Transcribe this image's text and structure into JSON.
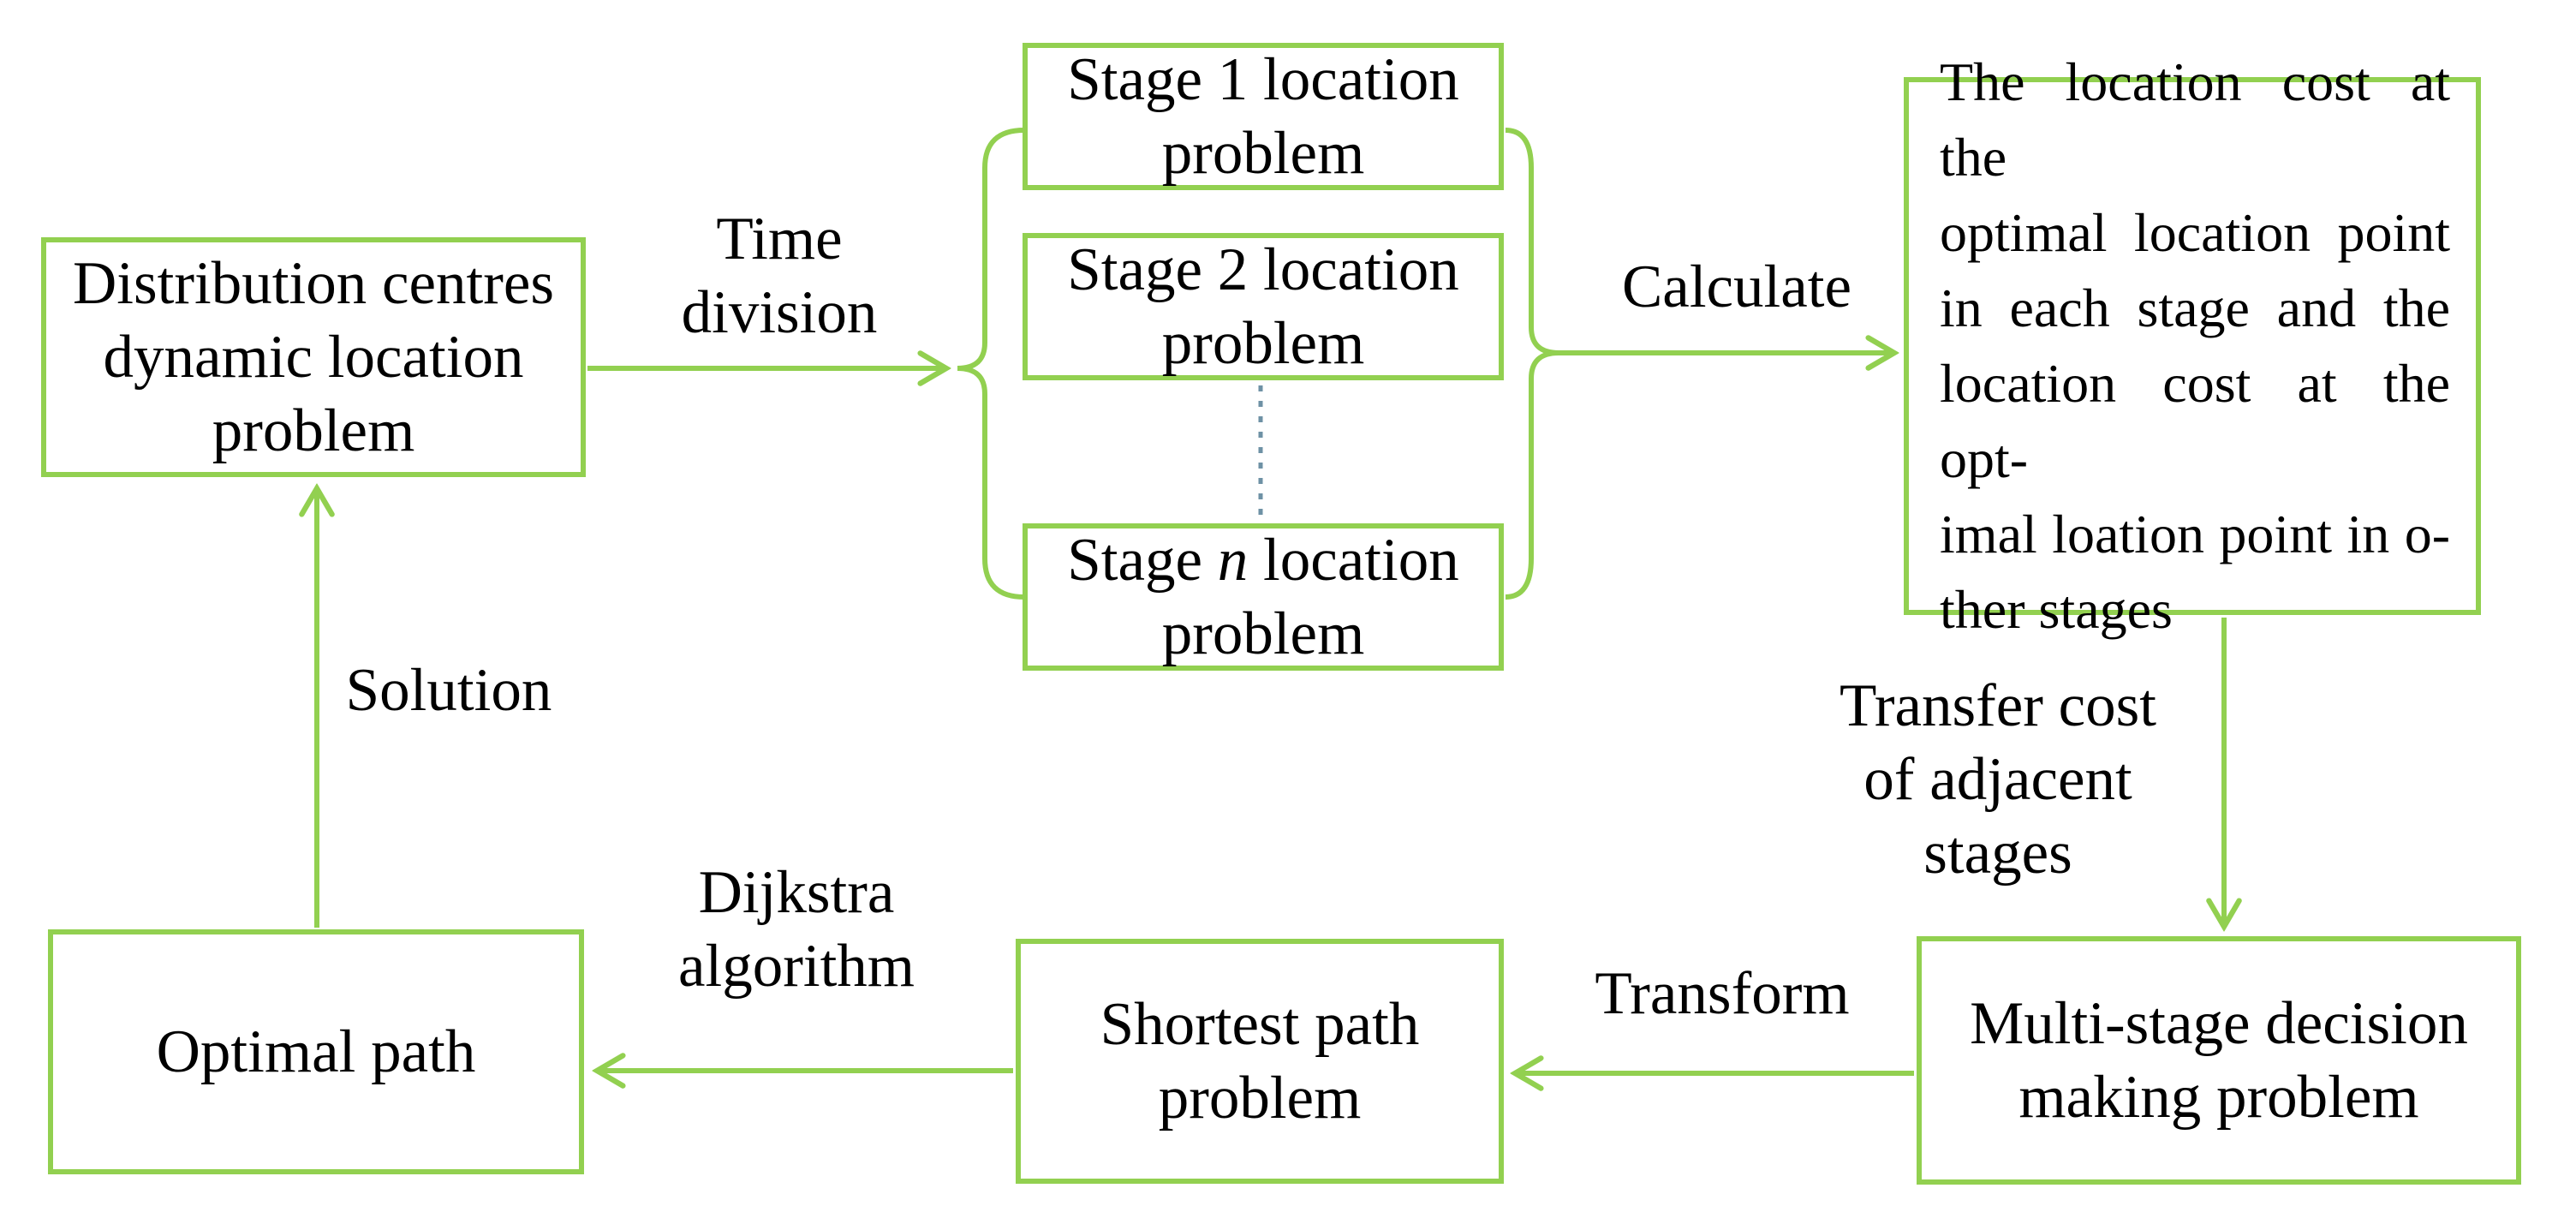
{
  "colors": {
    "line_green": "#92d050",
    "ellipsis_dotted_blue": "#6e91a5",
    "text_black": "#000000",
    "background": "#ffffff"
  },
  "boxes": {
    "distribution": {
      "lines": [
        "Distribution centres",
        "dynamic location",
        "problem"
      ]
    },
    "stages": [
      {
        "line1_pre": "Stage 1 location",
        "line1_italic": "",
        "line1_post": "",
        "line2": "problem"
      },
      {
        "line1_pre": "Stage 2 location",
        "line1_italic": "",
        "line1_post": "",
        "line2": "problem"
      },
      {
        "line1_pre": "Stage ",
        "line1_italic": "n",
        "line1_post": " location",
        "line2": "problem"
      }
    ],
    "location_cost": {
      "lines": [
        "The location cost at the",
        "optimal location point",
        "in each stage and the",
        "location cost at the opt-",
        "imal loation point in o-",
        "ther stages"
      ]
    },
    "multi_stage": {
      "lines": [
        "Multi-stage decision",
        "making problem"
      ]
    },
    "shortest_path": {
      "lines": [
        "Shortest path",
        "problem"
      ]
    },
    "optimal_path": {
      "lines": [
        "Optimal path"
      ]
    }
  },
  "labels": {
    "time_division": {
      "lines": [
        "Time",
        "division"
      ]
    },
    "calculate": "Calculate",
    "transfer_cost": {
      "lines": [
        "Transfer cost",
        "of adjacent",
        "stages"
      ]
    },
    "transform": "Transform",
    "dijkstra": {
      "lines": [
        "Dijkstra",
        "algorithm"
      ]
    },
    "solution": "Solution"
  }
}
